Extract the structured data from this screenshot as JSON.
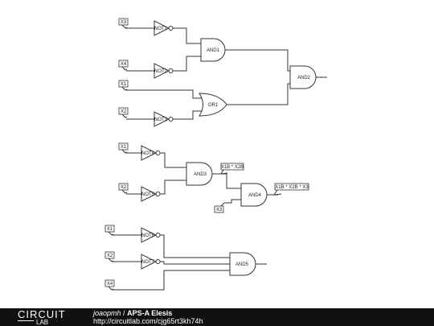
{
  "inputs": {
    "c1_x3": "X3",
    "c1_x4": "X4",
    "c1_x1": "X1",
    "c1_x2": "X2",
    "c2_x1": "X1",
    "c2_x2": "X2",
    "c2_x3": "X3",
    "c3_x1": "X1",
    "c3_x2": "X2",
    "c3_x4": "X4"
  },
  "gates": {
    "not1": "NOT1",
    "not2": "NOT2",
    "not3": "NOT3",
    "not4": "NOT4",
    "not5": "NOT5",
    "not6": "NOT6",
    "not7": "NOT7",
    "and1": "AND1",
    "and2": "AND2",
    "and3": "AND3",
    "and4": "AND4",
    "and5": "AND5",
    "or1": "OR1"
  },
  "net_labels": {
    "x1b_x2b": "X1B * X2B",
    "x1b_x2b_x3": "X1B * X2B * X3"
  },
  "footer": {
    "logo_top": "CIRCUIT",
    "logo_bottom": "LAB",
    "user": "joaopmh",
    "separator": "/",
    "project": "APS-A Elesis",
    "url": "http://circuitlab.com/cjg65rt3kh74h"
  }
}
